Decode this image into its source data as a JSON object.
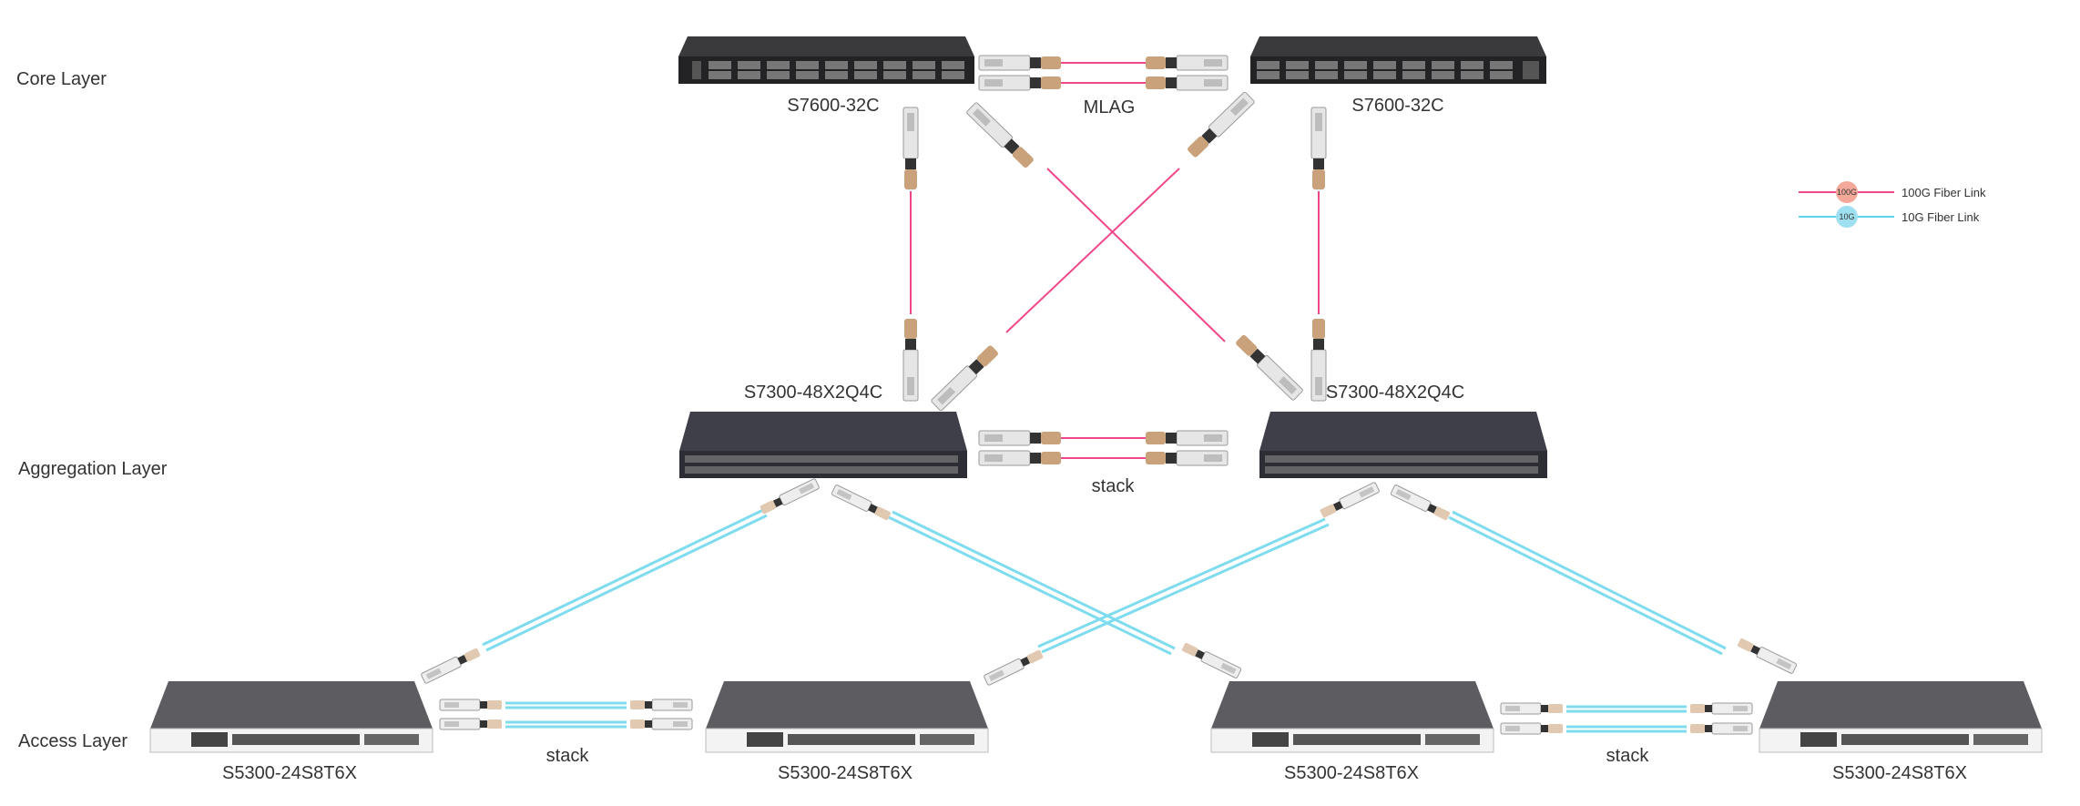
{
  "layers": {
    "core": "Core Layer",
    "aggregation": "Aggregation Layer",
    "access": "Access Layer"
  },
  "devices": {
    "core_left": "S7600-32C",
    "core_right": "S7600-32C",
    "agg_left": "S7300-48X2Q4C",
    "agg_right": "S7300-48X2Q4C",
    "access_1": "S5300-24S8T6X",
    "access_2": "S5300-24S8T6X",
    "access_3": "S5300-24S8T6X",
    "access_4": "S5300-24S8T6X"
  },
  "links": {
    "core_mlag": "MLAG",
    "agg_stack": "stack",
    "access_stack_left": "stack",
    "access_stack_right": "stack"
  },
  "legend": {
    "items": [
      {
        "badge": "100G",
        "label": "100G Fiber Link",
        "color": "#f0478a",
        "badge_color": "#f4a89a"
      },
      {
        "badge": "10G",
        "label": "10G Fiber Link",
        "color": "#5bd3ea",
        "badge_color": "#9fe0f0"
      }
    ]
  },
  "colors": {
    "fiber_100g": "#f0478a",
    "fiber_10g": "#7fdcef",
    "core_switch": "#2b2b2e",
    "agg_switch": "#3a3a45",
    "access_switch": "#5a5a5e",
    "transceiver_body": "#cfcfcf",
    "transceiver_tab": "#c9a27c"
  }
}
